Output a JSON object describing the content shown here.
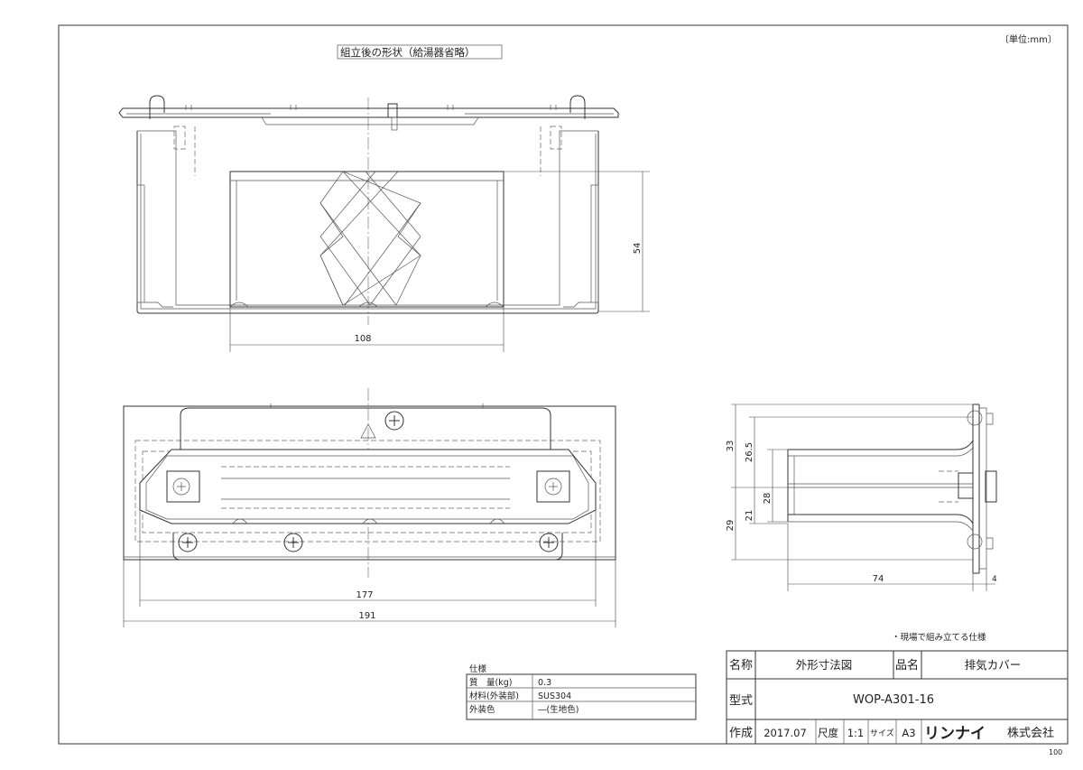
{
  "unit_note": "〔単位:mm〕",
  "view_caption": "組立後の形状（給湯器省略）",
  "dimensions": {
    "front_height": "54",
    "front_width": "108",
    "top_inner_width": "177",
    "top_outer_width": "191",
    "side_total_top": "33",
    "side_top": "26.5",
    "side_mid": "28",
    "side_lower": "21",
    "side_total_bottom": "29",
    "side_depth": "74",
    "side_flange": "4"
  },
  "note": "・現場で組み立てる仕様",
  "spec": {
    "heading": "仕様",
    "rows": [
      {
        "label": "質　量(kg)",
        "value": "0.3"
      },
      {
        "label": "材料(外装部)",
        "value": "SUS304"
      },
      {
        "label": "外装色",
        "value": "―(生地色)"
      }
    ]
  },
  "title_block": {
    "name_label": "名称",
    "name_value": "外形寸法図",
    "product_label": "品名",
    "product_value": "排気カバー",
    "model_label": "型式",
    "model_value": "WOP-A301-16",
    "made_label": "作成",
    "made_value": "2017.07",
    "scale_label": "尺度",
    "scale_value": "1:1",
    "size_label": "サイズ",
    "size_value": "A3",
    "brand": "リンナイ",
    "company": "株式会社"
  },
  "corner_number": "100"
}
